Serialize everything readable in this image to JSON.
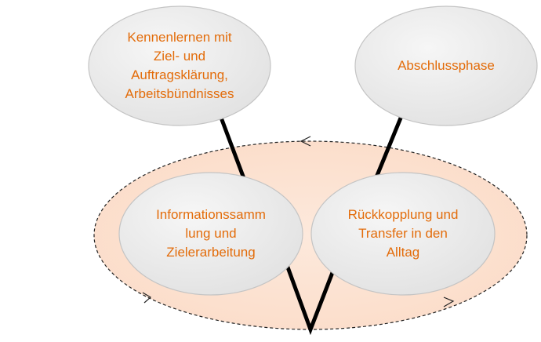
{
  "colors": {
    "text": "#e36c0a",
    "node_fill": "#ececec",
    "node_stroke": "#c4c4c4",
    "cycle_fill": "#fce4d6",
    "connector": "#000000"
  },
  "nodes": {
    "kennenlernen": "Kennenlernen mit\nZiel- und\nAuftragsklärung,\nArbeitsbündnisses",
    "abschluss": "Abschlussphase",
    "information": "Informationssamm\nlung und\nZielerarbeitung",
    "rueckkopplung": "Rückkopplung und\nTransfer in den\nAlltag"
  }
}
